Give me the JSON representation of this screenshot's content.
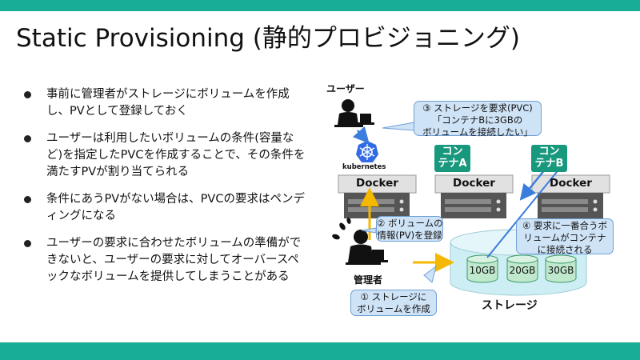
{
  "slide": {
    "title": "Static Provisioning (静的プロビジョニング)",
    "colors": {
      "accent": "#17ae95",
      "container_tag": "#18987d",
      "callout_fill": "#cfe3f6",
      "storage_fill": "#cdeef4",
      "volume_fill": "#bfe8cd",
      "arrow_yellow": "#f5b800",
      "arrow_blue": "#3b7ddd"
    }
  },
  "bullets": [
    "事前に管理者がストレージにボリュームを作成し、PVとして登録しておく",
    "ユーザーは利用したいボリュームの条件(容量など)を指定したPVCを作成することで、その条件を満たすPVが割り当てられる",
    "条件にあうPVがない場合は、PVCの要求はペンディングになる",
    "ユーザーの要求に合わせたボリュームの準備ができないと、ユーザーの要求に対してオーバースペックなボリュームを提供してしまうことがある"
  ],
  "diagram": {
    "user_label": "ユーザー",
    "admin_label": "管理者",
    "storage_label": "ストレージ",
    "kubernetes_label": "kubernetes",
    "docker_labels": [
      "Docker",
      "Docker",
      "Docker"
    ],
    "container_tags": [
      "コン\nテナA",
      "コン\nテナB"
    ],
    "volumes": [
      "10GB",
      "20GB",
      "30GB"
    ],
    "callouts": {
      "step1": "① ストレージに\nボリュームを作成",
      "step2": "② ボリュームの\n情報(PV)を登録",
      "step3": "③ ストレージを要求(PVC)\n「コンテナBに3GBの\nボリュームを接続したい」",
      "step4": "④ 要求に一番合うボ\nリュームがコンテナ\nに接続される"
    },
    "icons": [
      "user-icon",
      "admin-icon",
      "kubernetes-icon",
      "server-icon"
    ]
  }
}
